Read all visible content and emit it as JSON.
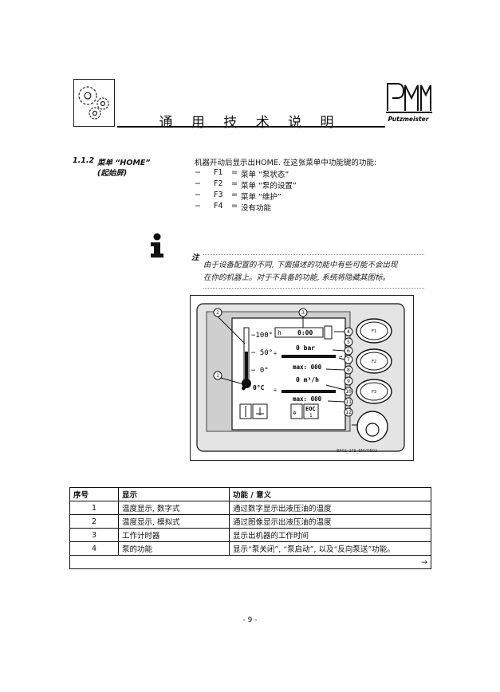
{
  "header": {
    "title": "通 用 技 术 说 明",
    "brand": "Putzmeister"
  },
  "section": {
    "number": "1.1.2",
    "title": "菜单 “HOME”",
    "subtitle": "(起始屏)",
    "intro": "机器开动后显示出HOME. 在这张菜单中功能键的功能:",
    "fkeys": [
      {
        "dash": "−",
        "key": "F1",
        "eq": "=",
        "value": "菜单 “泵状态”"
      },
      {
        "dash": "−",
        "key": "F2",
        "eq": "=",
        "value": "菜单 “泵的设置”"
      },
      {
        "dash": "−",
        "key": "F3",
        "eq": "=",
        "value": "菜单 “维护”"
      },
      {
        "dash": "−",
        "key": "F4",
        "eq": "=",
        "value": "没有功能"
      }
    ]
  },
  "note": {
    "heading": "注",
    "line1": "由于设备配置的不同, 下面描述的功能中有些可能不会出现",
    "line2": "在你的机器上。对于不具备的功能, 系统将隐藏其图标。"
  },
  "figure": {
    "temp_scale": [
      "−100°",
      "− 50°",
      "− 0°"
    ],
    "oil_temp": "0°C",
    "hours": "h",
    "hours_value": "0:00",
    "pressure": "0 bar",
    "max1": "max: 000",
    "flow": "0 m³/h",
    "max2": "max: 000",
    "eoc": "EOC",
    "eoc_sub": "1",
    "softkeys": [
      "F1",
      "F2",
      "F3"
    ],
    "callouts": [
      "1",
      "2",
      "3",
      "4",
      "5",
      "6",
      "7",
      "8",
      "9",
      "10",
      "11",
      "12"
    ],
    "code": "BP02_275_ENVOE02"
  },
  "table": {
    "headers": [
      "序号",
      "显示",
      "功能 / 意义"
    ],
    "rows": [
      [
        "1",
        "温度显示, 数字式",
        "通过数字显示出液压油的温度"
      ],
      [
        "2",
        "温度显示, 模拟式",
        "通过图像显示出液压油的温度"
      ],
      [
        "3",
        "工作计时器",
        "显示出机器的工作时间"
      ],
      [
        "4",
        "泵的功能",
        "显示“泵关闭”, “泵启动”, 以及“反向泵送”功能。"
      ]
    ],
    "continue_arrow": "→"
  },
  "footer": {
    "page": "- 9 -"
  },
  "colors": {
    "panel": "#e6e6e6",
    "screen": "#ffffff",
    "line": "#111111"
  }
}
